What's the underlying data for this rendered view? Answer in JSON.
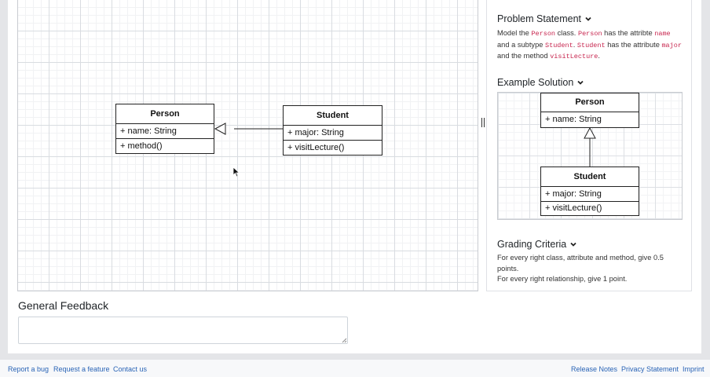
{
  "editor": {
    "classes": [
      {
        "name": "Person",
        "attributes": [
          "+ name: String"
        ],
        "methods": [
          "+ method()"
        ]
      },
      {
        "name": "Student",
        "attributes": [
          "+ major: String"
        ],
        "methods": [
          "+ visitLecture()"
        ]
      }
    ],
    "relationship": {
      "type": "inheritance",
      "from": "Student",
      "to": "Person"
    }
  },
  "problem": {
    "title": "Problem Statement",
    "text": {
      "p1": "Model the ",
      "c1": "Person",
      "p2": " class. ",
      "c2": "Person",
      "p3": " has the attribte ",
      "c3": "name",
      "p4": " and a subtype ",
      "c4": "Student",
      "p5": ". ",
      "c5": "Student",
      "p6": " has the attribute ",
      "c6": "major",
      "p7": " and the method ",
      "c7": "visitLecture",
      "p8": "."
    }
  },
  "solution": {
    "title": "Example Solution",
    "classes": [
      {
        "name": "Person",
        "attributes": [
          "+ name: String"
        ]
      },
      {
        "name": "Student",
        "attributes": [
          "+ major: String"
        ],
        "methods": [
          "+ visitLecture()"
        ]
      }
    ]
  },
  "grading": {
    "title": "Grading Criteria",
    "lines": [
      "For every right class, attribute and method, give 0.5 points.",
      "For every right relationship, give 1 point."
    ]
  },
  "feedback": {
    "title": "General Feedback",
    "value": ""
  },
  "footer": {
    "left": [
      "Report a bug",
      "Request a feature",
      "Contact us"
    ],
    "right": [
      "Release Notes",
      "Privacy Statement",
      "Imprint"
    ]
  },
  "icons": {
    "section_toggle": "chevron-down-icon",
    "cursor": "mouse-cursor-icon",
    "resize": "resize-handle-icon"
  }
}
